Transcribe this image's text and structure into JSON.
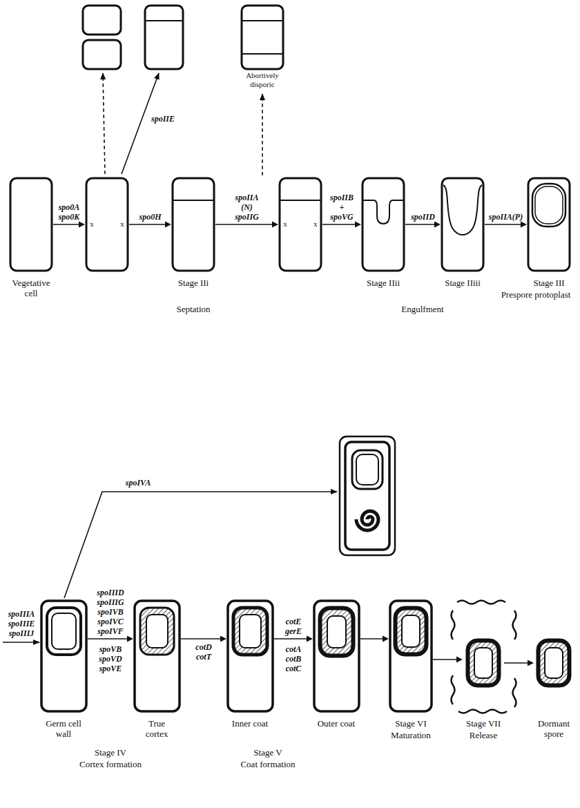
{
  "diagram": {
    "nodes": [
      {
        "text": [
          "Abortively disporic"
        ]
      },
      {
        "text": [
          "Vegetative cell"
        ]
      },
      {
        "text": [
          "x",
          "x"
        ]
      },
      {
        "text": [
          "Stage IIi"
        ]
      },
      {
        "text": [
          "x",
          "x"
        ]
      },
      {
        "text": [
          "Stage IIii"
        ]
      },
      {
        "text": [
          "Stage IIiii"
        ]
      },
      {
        "text": [
          "Stage III",
          "Prespore protoplast"
        ]
      },
      {
        "text": [
          "Germ cell wall"
        ]
      },
      {
        "text": [
          "True cortex"
        ]
      },
      {
        "text": [
          "Inner coat"
        ]
      },
      {
        "text": [
          "Outer coat"
        ]
      },
      {
        "text": [
          "Stage VI",
          "Maturation"
        ]
      },
      {
        "text": [
          "Stage VII",
          "Release"
        ]
      },
      {
        "text": [
          "Dormant spore"
        ]
      }
    ],
    "edges": [
      {
        "from": 1,
        "to": 2,
        "arrow": "to",
        "label": "spo0A spo0K"
      },
      {
        "from": 2,
        "to": 3,
        "arrow": "to",
        "label": "spo0H"
      },
      {
        "from": 3,
        "to": 4,
        "arrow": "to",
        "label": "spoIIA (N) spoIIG"
      },
      {
        "from": 4,
        "to": 5,
        "arrow": "to",
        "label": "spoIIB + spoVG"
      },
      {
        "from": 5,
        "to": 6,
        "arrow": "to",
        "label": "spoIID"
      },
      {
        "from": 6,
        "to": 7,
        "arrow": "to",
        "label": "spoIIA(P)"
      },
      {
        "from": 8,
        "to": 9,
        "arrow": "to",
        "label": "spoIIID spoIIIG spoIVB spoIVC spoIVF"
      },
      {
        "from": 9,
        "to": 10,
        "arrow": "to",
        "label": "cotD cotT"
      },
      {
        "from": 10,
        "to": 11,
        "arrow": "to",
        "label": "cotE gerE"
      },
      {
        "from": 11,
        "to": 12,
        "arrow": "to"
      },
      {
        "from": 12,
        "to": 13,
        "arrow": "to"
      },
      {
        "from": 13,
        "to": 14,
        "arrow": "to"
      }
    ],
    "labels": [
      "spoIIE",
      "Septation",
      "Engulfment",
      "spoIVA",
      "spoIIIA spoIIIE spoIIIJ",
      "spoVB spoVD spoVE",
      "cotA cotB cotC",
      "Stage IV",
      "Cortex formation",
      "Stage V",
      "Coat formation"
    ]
  }
}
